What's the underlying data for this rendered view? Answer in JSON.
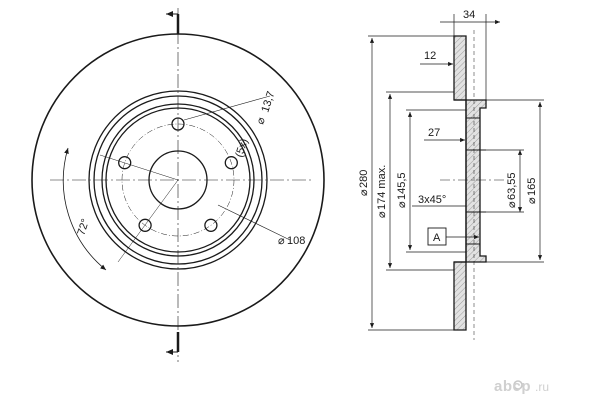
{
  "front_view": {
    "hole_diameter": "13,7",
    "hole_count": "(5x)",
    "bolt_circle": "108",
    "angle": "72°"
  },
  "side_view": {
    "thickness": "34",
    "hat_offset": "12",
    "outer_diameter": "280",
    "friction_diameter": "174 max.",
    "hat_outer_diameter": "145,5",
    "hat_depth": "27",
    "chamfer": "3x45°",
    "center_bore": "63,55",
    "hat_inner_diameter": "165",
    "datum_label": "A"
  },
  "watermark": {
    "brand": "abcp",
    "tld": ".ru",
    "color": "#c8c8c8"
  },
  "colors": {
    "line": "#1a1a1a",
    "section_fill": "#d9d9d9"
  }
}
